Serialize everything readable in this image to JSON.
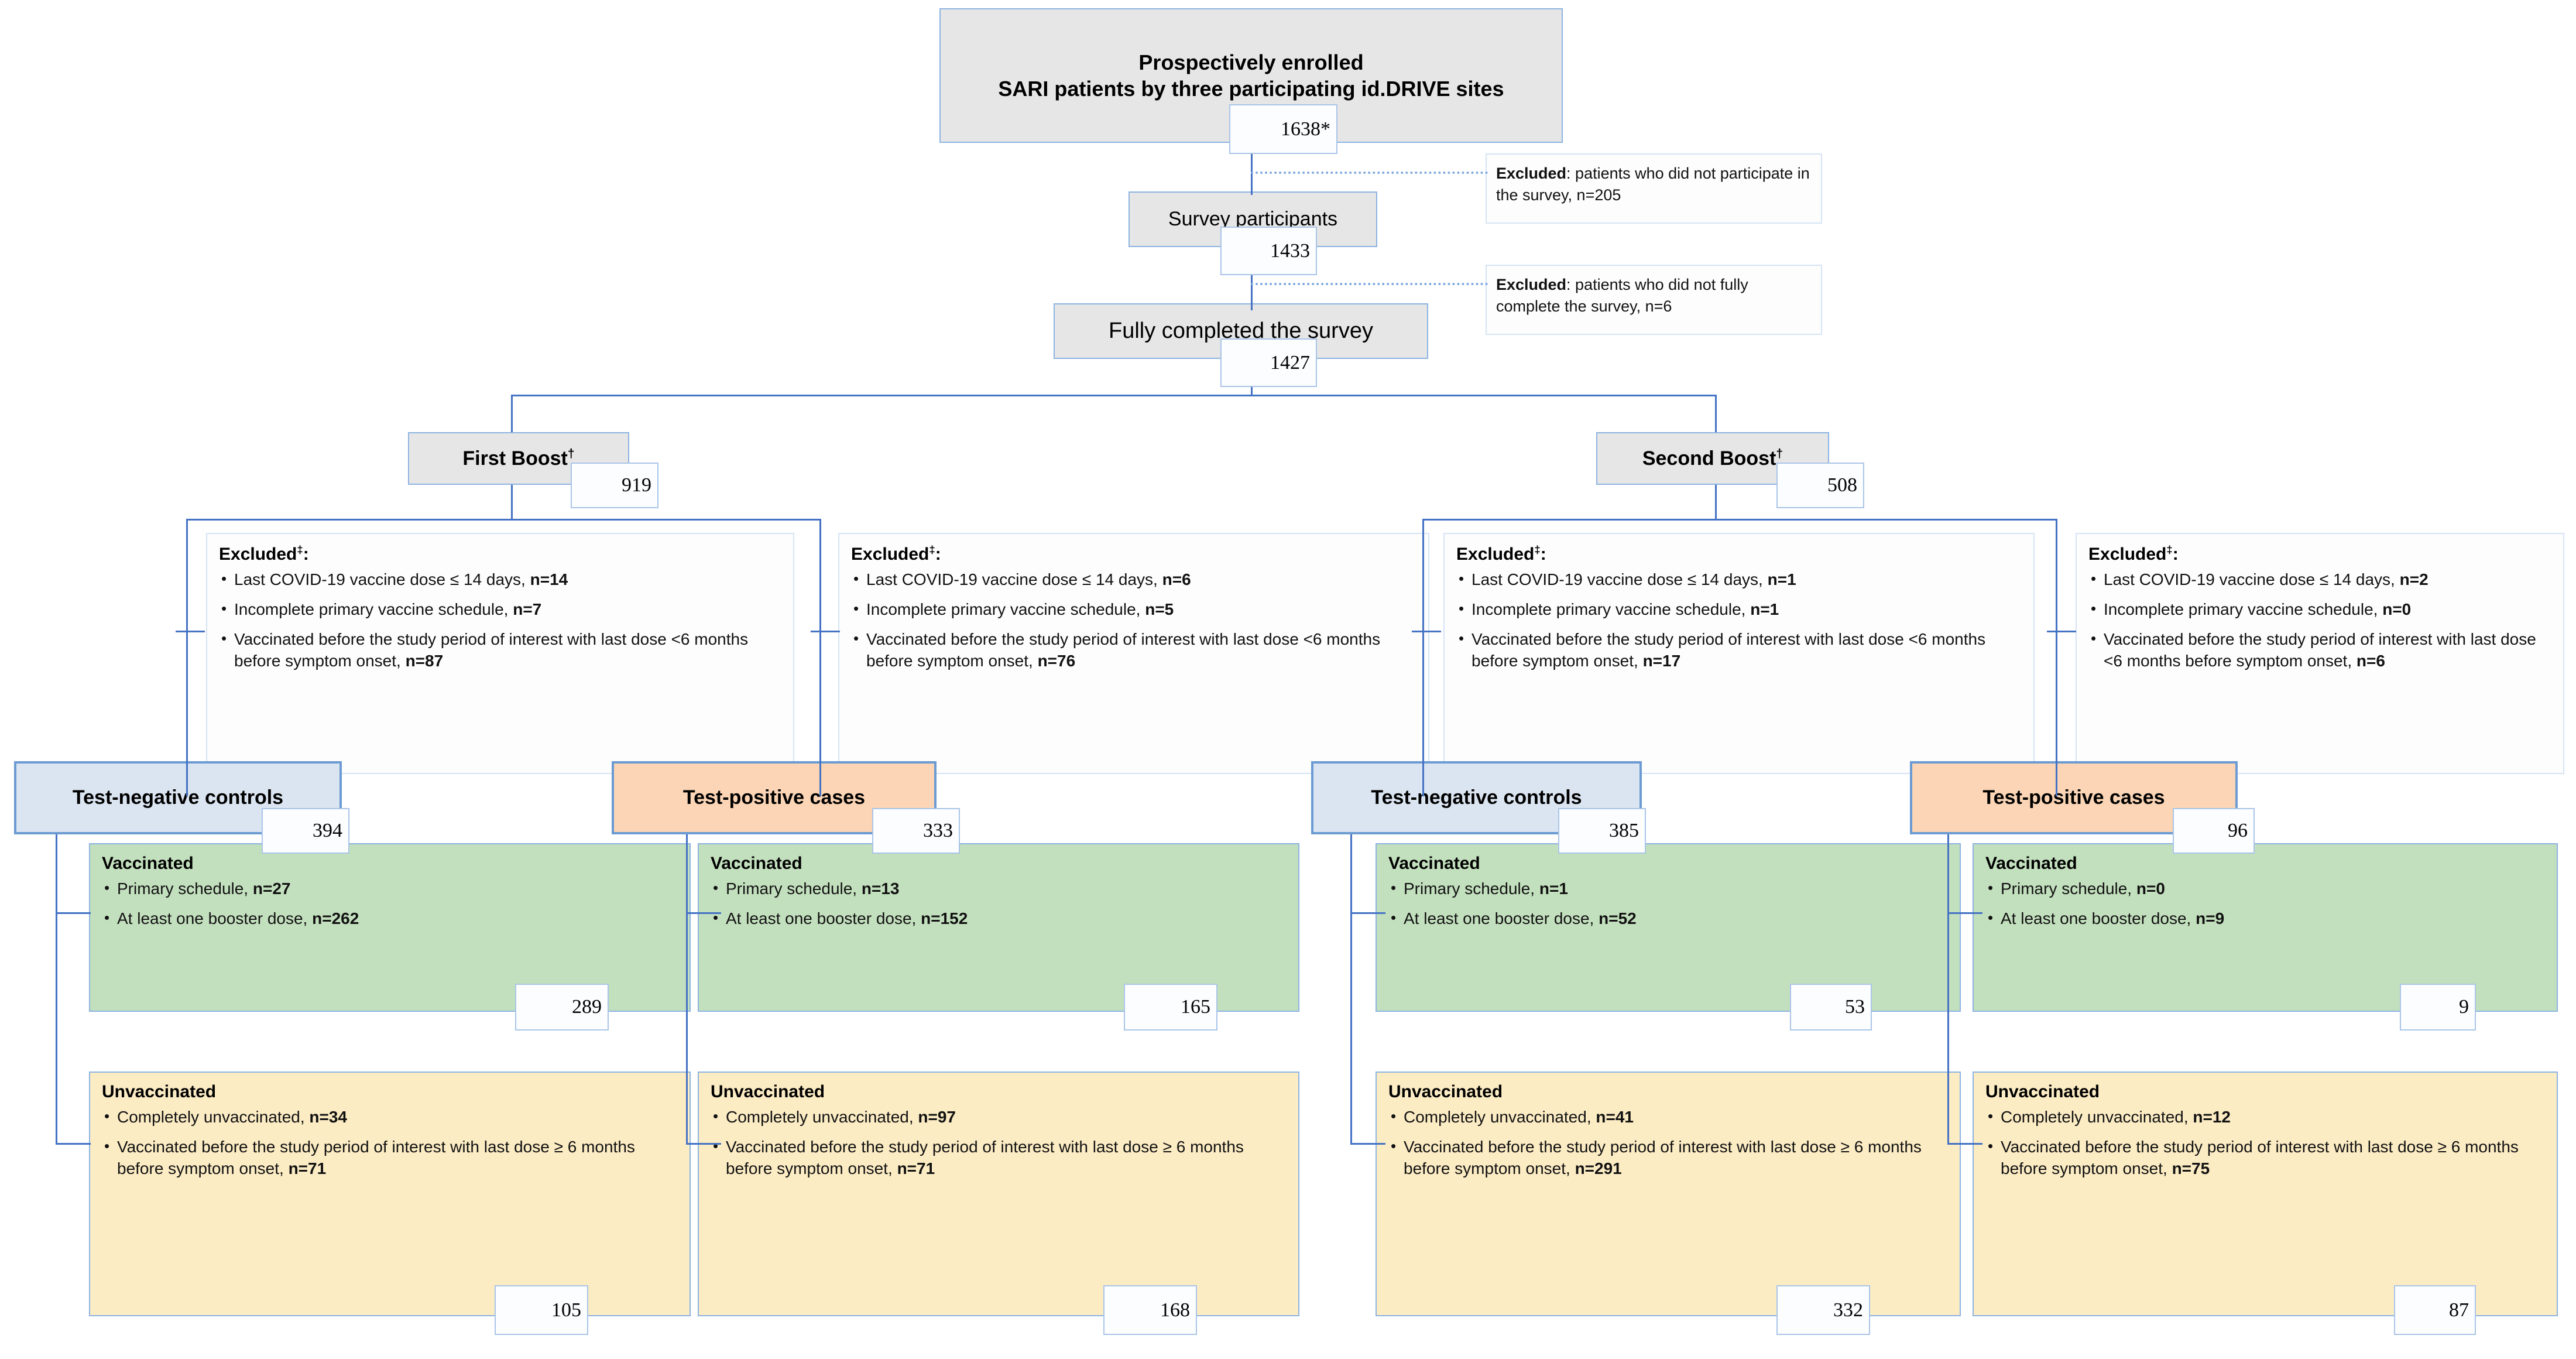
{
  "chart_data": {
    "type": "flowchart",
    "title": "SARI patient enrolment and analytic sample flow",
    "nodes": [
      {
        "id": "enrolled",
        "label": "Prospectively enrolled / SARI patients by three participating id.DRIVE sites",
        "value": "1638*"
      },
      {
        "id": "survey_participants",
        "label": "Survey participants",
        "value": "1433"
      },
      {
        "id": "fully_completed",
        "label": "Fully completed the survey",
        "value": "1427"
      },
      {
        "id": "first_boost",
        "label": "First Boost†",
        "value": "919"
      },
      {
        "id": "second_boost",
        "label": "Second Boost†",
        "value": "508"
      },
      {
        "id": "fb_controls",
        "label": "Test-negative controls",
        "value": "394"
      },
      {
        "id": "fb_cases",
        "label": "Test-positive cases",
        "value": "333"
      },
      {
        "id": "sb_controls",
        "label": "Test-negative controls",
        "value": "385"
      },
      {
        "id": "sb_cases",
        "label": "Test-positive cases",
        "value": "96"
      },
      {
        "id": "fb_ctrl_vax",
        "label": "Vaccinated",
        "value": "289"
      },
      {
        "id": "fb_ctrl_unvax",
        "label": "Unvaccinated",
        "value": "105"
      },
      {
        "id": "fb_case_vax",
        "label": "Vaccinated",
        "value": "165"
      },
      {
        "id": "fb_case_unvax",
        "label": "Unvaccinated",
        "value": "168"
      },
      {
        "id": "sb_ctrl_vax",
        "label": "Vaccinated",
        "value": "53"
      },
      {
        "id": "sb_ctrl_unvax",
        "label": "Unvaccinated",
        "value": "332"
      },
      {
        "id": "sb_case_vax",
        "label": "Vaccinated",
        "value": "9"
      },
      {
        "id": "sb_case_unvax",
        "label": "Unvaccinated",
        "value": "87"
      }
    ]
  },
  "top": {
    "enrolled_line1": "Prospectively enrolled",
    "enrolled_line2": "SARI patients by three participating id.DRIVE sites",
    "enrolled_value": "1638*",
    "survey_participants_label": "Survey participants",
    "survey_participants_value": "1433",
    "fully_completed_label": "Fully completed the survey",
    "fully_completed_value": "1427",
    "excluded_1_bold": "Excluded",
    "excluded_1_rest": ": patients who did not participate in the survey, n=205",
    "excluded_2_bold": "Excluded",
    "excluded_2_rest": ": patients who did not fully complete the survey, n=6"
  },
  "branches": {
    "first_boost_label": "First Boost",
    "first_boost_sup": "†",
    "first_boost_value": "919",
    "second_boost_label": "Second Boost",
    "second_boost_sup": "†",
    "second_boost_value": "508"
  },
  "excluded": {
    "title": "Excluded",
    "title_sup": "‡",
    "title_colon": ":",
    "fb_controls": {
      "b1_text": "Last COVID-19 vaccine dose ≤ 14 days, ",
      "b1_n": "n=14",
      "b2_text": "Incomplete primary vaccine schedule, ",
      "b2_n": "n=7",
      "b3_text": "Vaccinated before the study period of interest with last dose <6 months before symptom onset, ",
      "b3_n": "n=87"
    },
    "fb_cases": {
      "b1_text": "Last COVID-19 vaccine dose ≤ 14 days, ",
      "b1_n": "n=6",
      "b2_text": "Incomplete primary vaccine schedule, ",
      "b2_n": "n=5",
      "b3_text": "Vaccinated before the study period of interest with last dose <6 months before symptom onset, ",
      "b3_n": "n=76"
    },
    "sb_controls": {
      "b1_text": "Last COVID-19 vaccine dose ≤ 14 days, ",
      "b1_n": "n=1",
      "b2_text": "Incomplete primary vaccine schedule, ",
      "b2_n": "n=1",
      "b3_text": "Vaccinated before the study period of interest with last dose <6 months before symptom onset, ",
      "b3_n": "n=17"
    },
    "sb_cases": {
      "b1_text": "Last COVID-19 vaccine dose ≤ 14 days, ",
      "b1_n": "n=2",
      "b2_text": "Incomplete primary vaccine schedule, ",
      "b2_n": "n=0",
      "b3_text": "Vaccinated before the study period of interest with last dose <6 months before symptom onset, ",
      "b3_n": "n=6"
    }
  },
  "groups": {
    "controls_label": "Test-negative controls",
    "cases_label": "Test-positive cases",
    "fb_controls_value": "394",
    "fb_cases_value": "333",
    "sb_controls_value": "385",
    "sb_cases_value": "96"
  },
  "vaccinated": {
    "title": "Vaccinated",
    "b1_label": "Primary schedule, ",
    "b2_label": "At least one booster dose, ",
    "fb_controls": {
      "b1_n": "n=27",
      "b2_n": "n=262",
      "total": "289"
    },
    "fb_cases": {
      "b1_n": "n=13",
      "b2_n": "n=152",
      "total": "165"
    },
    "sb_controls": {
      "b1_n": "n=1",
      "b2_n": "n=52",
      "total": "53"
    },
    "sb_cases": {
      "b1_n": "n=0",
      "b2_n": "n=9",
      "total": "9"
    }
  },
  "unvaccinated": {
    "title": "Unvaccinated",
    "b1_label": "Completely unvaccinated, ",
    "b2_label": "Vaccinated before the study period of interest with last dose ≥ 6 months before symptom onset, ",
    "fb_controls": {
      "b1_n": "n=34",
      "b2_n": "n=71",
      "total": "105"
    },
    "fb_cases": {
      "b1_n": "n=97",
      "b2_n": "n=71",
      "total": "168"
    },
    "sb_controls": {
      "b1_n": "n=41",
      "b2_n": "n=291",
      "total": "332"
    },
    "sb_cases": {
      "b1_n": "n=12",
      "b2_n": "n=75",
      "total": "87"
    }
  },
  "colors": {
    "grey_fill": "#e6e6e6",
    "blue_fill": "#dbe5f1",
    "orange_fill": "#fbd5b5",
    "green_fill": "#c3e0be",
    "yellow_fill": "#fcecc4",
    "connector": "#4472c4",
    "border_light": "#a9c5e8"
  }
}
